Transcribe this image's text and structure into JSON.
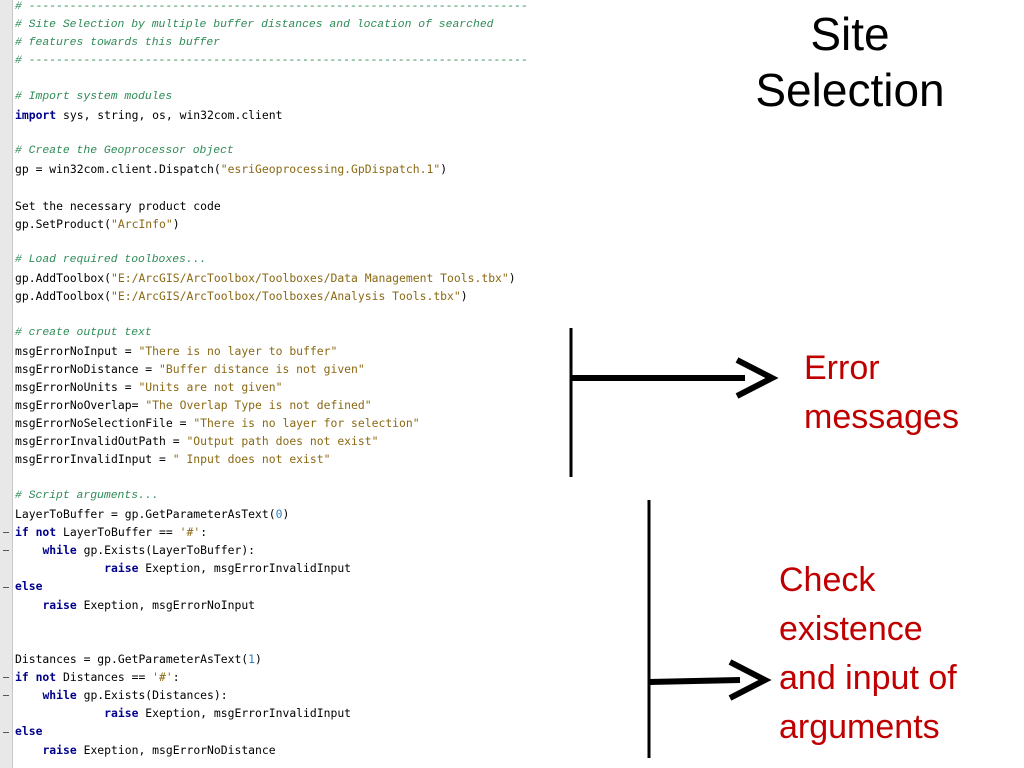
{
  "slide": {
    "title_line1": "Site",
    "title_line2": "Selection",
    "annotation_errors": [
      "Error",
      "messages"
    ],
    "annotation_args": [
      "Check",
      "existence",
      "and input of",
      "arguments"
    ]
  },
  "code": {
    "l01": "# -------------------------------------------------------------------------",
    "l02": "# Site Selection by multiple buffer distances and location of searched",
    "l03": "# features towards this buffer",
    "l04": "# -------------------------------------------------------------------------",
    "l05": "# Import system modules",
    "l06_kw": "import",
    "l06_rest": " sys, string, os, win32com.client",
    "l07": "# Create the Geoprocessor object",
    "l08_a": "gp = win32com.client.Dispatch(",
    "l08_s": "\"esriGeoprocessing.GpDispatch.1\"",
    "l08_b": ")",
    "l09": "Set the necessary product code",
    "l10_a": "gp.SetProduct(",
    "l10_s": "\"ArcInfo\"",
    "l10_b": ")",
    "l11": "# Load required toolboxes...",
    "l12_a": "gp.AddToolbox(",
    "l12_s": "\"E:/ArcGIS/ArcToolbox/Toolboxes/Data Management Tools.tbx\"",
    "l12_b": ")",
    "l13_a": "gp.AddToolbox(",
    "l13_s": "\"E:/ArcGIS/ArcToolbox/Toolboxes/Analysis Tools.tbx\"",
    "l13_b": ")",
    "l14": "# create output text",
    "l15_a": "msgErrorNoInput = ",
    "l15_s": "\"There is no layer to buffer\"",
    "l16_a": "msgErrorNoDistance = ",
    "l16_s": "\"Buffer distance is not given\"",
    "l17_a": "msgErrorNoUnits = ",
    "l17_s": "\"Units are not given\"",
    "l18_a": "msgErrorNoOverlap= ",
    "l18_s": "\"The Overlap Type is not defined\"",
    "l19_a": "msgErrorNoSelectionFile = ",
    "l19_s": "\"There is no layer for selection\"",
    "l20_a": "msgErrorInvalidOutPath = ",
    "l20_s": "\"Output path does not exist\"",
    "l21_a": "msgErrorInvalidInput = ",
    "l21_s": "\" Input does not exist\"",
    "l22": "# Script arguments...",
    "l23_a": "LayerToBuffer = gp.GetParameterAsText(",
    "l23_n": "0",
    "l23_b": ")",
    "l24_kw1": "if",
    "l24_kw2": "not",
    "l24_a": " LayerToBuffer == ",
    "l24_s": "'#'",
    "l24_b": ":",
    "l25_ind": "    ",
    "l25_kw": "while",
    "l25_rest": " gp.Exists(LayerToBuffer):",
    "l26_ind": "             ",
    "l26_kw": "raise",
    "l26_rest": " Exeption, msgErrorInvalidInput",
    "l27_kw": "else",
    "l28_ind": "    ",
    "l28_kw": "raise",
    "l28_rest": " Exeption, msgErrorNoInput",
    "l29_a": "Distances = gp.GetParameterAsText(",
    "l29_n": "1",
    "l29_b": ")",
    "l30_kw1": "if",
    "l30_kw2": "not",
    "l30_a": " Distances == ",
    "l30_s": "'#'",
    "l30_b": ":",
    "l31_ind": "    ",
    "l31_kw": "while",
    "l31_rest": " gp.Exists(Distances):",
    "l32_ind": "             ",
    "l32_kw": "raise",
    "l32_rest": " Exeption, msgErrorInvalidInput",
    "l33_kw": "else",
    "l34_ind": "    ",
    "l34_kw": "raise",
    "l34_rest": " Exeption, msgErrorNoDistance"
  }
}
